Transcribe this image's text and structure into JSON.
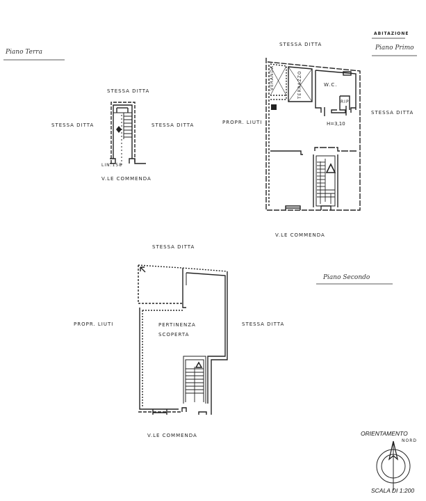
{
  "document": {
    "type": "floor-plan",
    "header": {
      "category_label": "ABITAZIONE",
      "floor_first_signature": "Piano Primo"
    },
    "plans": [
      {
        "id": "piano-terra",
        "title": "Piano Terra",
        "labels": {
          "north": "STESSA DITTA",
          "west": "STESSA DITTA",
          "east": "STESSA DITTA",
          "south": "V.LE COMMENDA",
          "threshold": "LIN.158"
        }
      },
      {
        "id": "piano-primo",
        "title": "Piano Primo",
        "labels": {
          "north": "STESSA DITTA",
          "west": "PROPR. LIUTI",
          "east": "STESSA DITTA",
          "south": "V.LE COMMENDA"
        },
        "rooms": [
          {
            "name": "VERANDA"
          },
          {
            "name": "TERRAZZO"
          },
          {
            "name": "W.C."
          },
          {
            "name": "RIP."
          }
        ],
        "height_note": "H=3,10"
      },
      {
        "id": "piano-secondo",
        "title": "Piano Secondo",
        "labels": {
          "north": "STESSA DITTA",
          "west": "PROPR. LIUTI",
          "east": "STESSA DITTA",
          "south": "V.LE COMMENDA"
        },
        "rooms": [
          {
            "name": "PERTINENZA",
            "line2": "SCOPERTA"
          }
        ]
      }
    ],
    "compass": {
      "title": "ORIENTAMENTO",
      "north_label": "NORD",
      "scale": "SCALA DI 1:200"
    }
  }
}
